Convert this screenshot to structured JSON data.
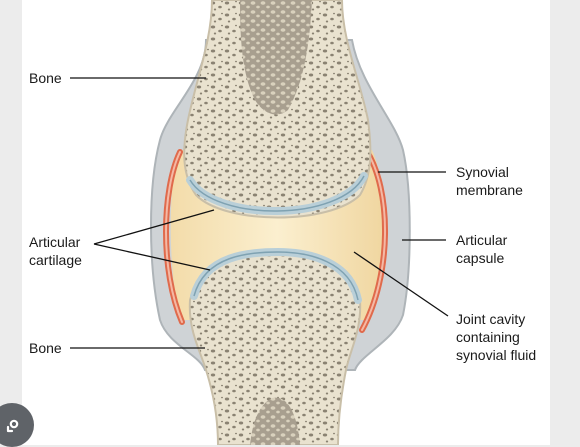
{
  "diagram": {
    "labels": {
      "bone_top": "Bone",
      "articular_cartilage": "Articular\ncartilage",
      "bone_bottom": "Bone",
      "synovial_membrane": "Synovial\nmembrane",
      "articular_capsule": "Articular\ncapsule",
      "joint_cavity": "Joint cavity\ncontaining\nsynovial fluid"
    },
    "colors": {
      "bone_fill": "#e9e2cf",
      "bone_pore": "#8a8272",
      "bone_marrow": "#a89f8f",
      "cartilage": "#b9cfd8",
      "cartilage_edge": "#7fa2b2",
      "synovial_fluid": "#f6e4b8",
      "synovial_membrane": "#e06a4c",
      "capsule": "#cfd3d6",
      "leader_line": "#111111"
    }
  },
  "overlay": {
    "icon": "lens-search-icon"
  }
}
